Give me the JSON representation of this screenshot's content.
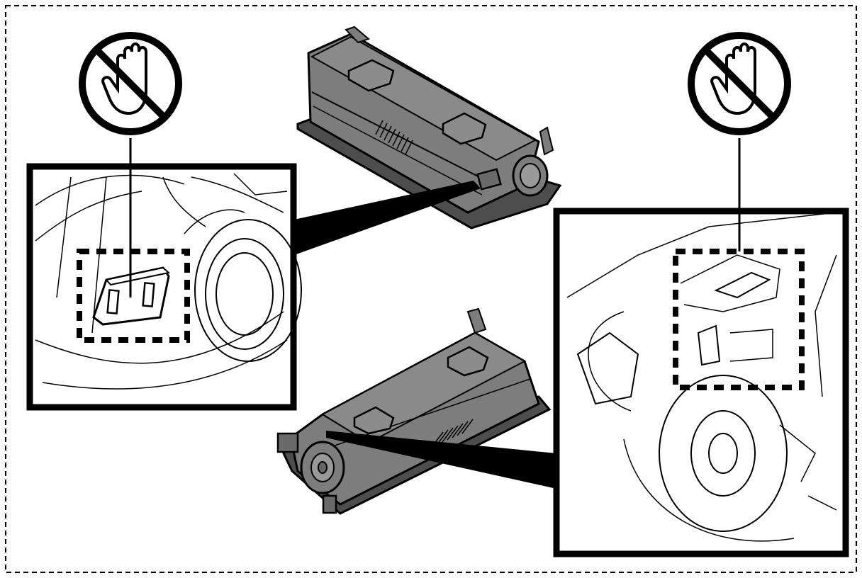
{
  "figure": {
    "panels": [
      {
        "name": "left-detail",
        "warning_icon": "no-touch-hand-icon",
        "part": "chip-contact"
      },
      {
        "name": "right-detail",
        "warning_icon": "no-touch-hand-icon",
        "part": "drive-coupling"
      }
    ],
    "objects": [
      "toner-cartridge-top-view",
      "toner-cartridge-bottom-view"
    ],
    "colors": {
      "line": "#000000",
      "cartridge_fill": "#7a7a7a",
      "cartridge_shade": "#5c5c5c",
      "background": "#ffffff"
    }
  }
}
